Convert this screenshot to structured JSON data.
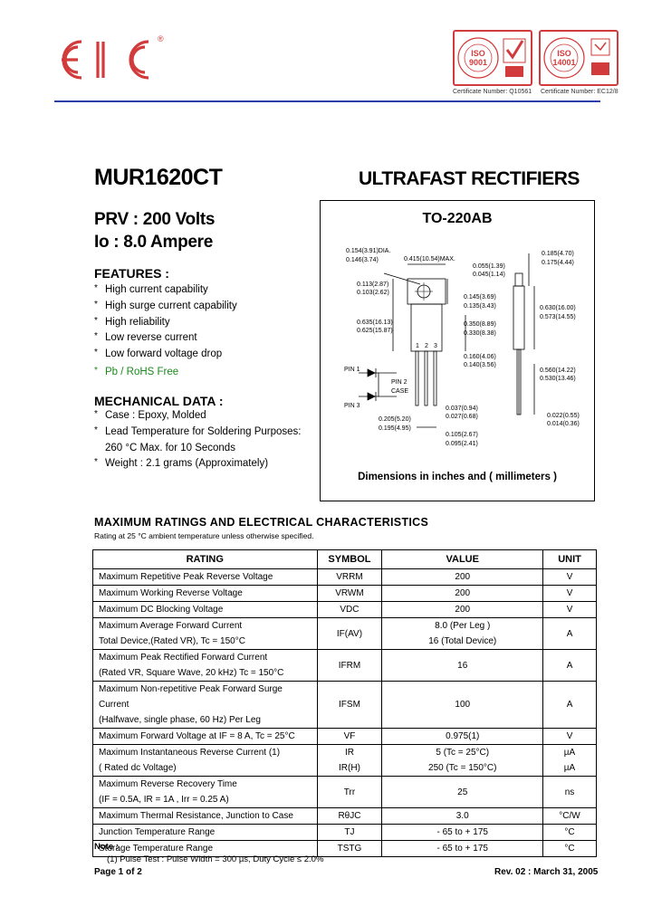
{
  "brand": {
    "name": "EIC",
    "registered": "®"
  },
  "certs": [
    {
      "iso": "ISO",
      "std": "9001",
      "label": "Certificate Number: Q10561"
    },
    {
      "iso": "ISO",
      "std": "14001",
      "label": "Certificate Number: EC12/8"
    }
  ],
  "part_number": "MUR1620CT",
  "title": "ULTRAFAST RECTIFIERS",
  "prv": "PRV : 200  Volts",
  "io": "Io : 8.0 Ampere",
  "features": {
    "heading": "FEATURES :",
    "bullet": "*",
    "items": [
      "High current capability",
      "High surge current capability",
      "High reliability",
      "Low reverse current",
      "Low forward voltage drop",
      "Pb / RoHS Free"
    ]
  },
  "mechanical": {
    "heading": "MECHANICAL  DATA :",
    "bullet": "*",
    "items": [
      "Case : Epoxy, Molded",
      "Lead Temperature for Soldering Purposes:",
      "260 °C Max. for 10 Seconds",
      "Weight : 2.1 grams (Approximately)"
    ]
  },
  "package": {
    "title": "TO-220AB",
    "caption": "Dimensions in inches and ( millimeters )",
    "dims": [
      "0.154(3.91)DIA.",
      "0.146(3.74)",
      "0.415(10.54)MAX.",
      "0.185(4.70)",
      "0.175(4.44)",
      "0.055(1.39)",
      "0.045(1.14)",
      "0.113(2.87)",
      "0.103(2.62)",
      "0.145(3.69)",
      "0.135(3.43)",
      "0.350(8.89)",
      "0.330(8.38)",
      "0.635(16.13)",
      "0.625(15.87)",
      "0.630(16.00)",
      "0.573(14.55)",
      "0.160(4.06)",
      "0.140(3.56)",
      "0.560(14.22)",
      "0.530(13.46)",
      "0.037(0.94)",
      "0.027(0.68)",
      "0.022(0.55)",
      "0.014(0.36)",
      "0.205(5.20)",
      "0.195(4.95)",
      "0.105(2.67)",
      "0.095(2.41)"
    ],
    "pins": [
      "PIN 1",
      "PIN 2",
      "CASE",
      "PIN 3"
    ],
    "pin_nums": [
      "1",
      "2",
      "3"
    ]
  },
  "ratings": {
    "heading": "MAXIMUM  RATINGS  AND  ELECTRICAL  CHARACTERISTICS",
    "subheading": "Rating at 25 °C ambient temperature unless otherwise specified.",
    "columns": [
      "RATING",
      "SYMBOL",
      "VALUE",
      "UNIT"
    ],
    "rows": [
      {
        "rating": [
          "Maximum Repetitive Peak Reverse Voltage"
        ],
        "symbol": [
          "VRRM"
        ],
        "value": [
          "200"
        ],
        "unit": [
          "V"
        ]
      },
      {
        "rating": [
          "Maximum Working Reverse Voltage"
        ],
        "symbol": [
          "VRWM"
        ],
        "value": [
          "200"
        ],
        "unit": [
          "V"
        ]
      },
      {
        "rating": [
          "Maximum DC Blocking Voltage"
        ],
        "symbol": [
          "VDC"
        ],
        "value": [
          "200"
        ],
        "unit": [
          "V"
        ]
      },
      {
        "rating": [
          "Maximum Average Forward Current",
          "   Total Device,(Rated VR), Tc = 150°C"
        ],
        "symbol": [
          "IF(AV)"
        ],
        "value": [
          "8.0 (Per Leg )",
          "16 (Total Device)"
        ],
        "unit": [
          "A"
        ]
      },
      {
        "rating": [
          "Maximum Peak Rectified Forward Current",
          "   (Rated VR, Square Wave, 20 kHz) Tc = 150°C"
        ],
        "symbol": [
          "IFRM"
        ],
        "value": [
          "16"
        ],
        "unit": [
          "A"
        ]
      },
      {
        "rating": [
          "Maximum Non-repetitive Peak Forward Surge Current",
          "   (Halfwave, single phase, 60 Hz) Per Leg"
        ],
        "symbol": [
          "IFSM"
        ],
        "value": [
          "100"
        ],
        "unit": [
          "A"
        ]
      },
      {
        "rating": [
          "Maximum  Forward Voltage at IF = 8 A, Tc = 25°C"
        ],
        "symbol": [
          "VF"
        ],
        "value": [
          "0.975(1)"
        ],
        "unit": [
          "V"
        ]
      },
      {
        "rating": [
          "Maximum Instantaneous Reverse Current (1)",
          "   ( Rated dc Voltage)"
        ],
        "symbol": [
          "IR",
          "IR(H)"
        ],
        "value": [
          "5 (Tc = 25°C)",
          "250 (Tc = 150°C)"
        ],
        "unit": [
          "µA",
          "µA"
        ]
      },
      {
        "rating": [
          "Maximum Reverse Recovery Time",
          "   (IF = 0.5A, IR = 1A , Irr = 0.25 A)"
        ],
        "symbol": [
          "Trr"
        ],
        "value": [
          "25"
        ],
        "unit": [
          "ns"
        ]
      },
      {
        "rating": [
          "Maximum Thermal Resistance, Junction to Case"
        ],
        "symbol": [
          "RθJC"
        ],
        "value": [
          "3.0"
        ],
        "unit": [
          "°C/W"
        ]
      },
      {
        "rating": [
          "Junction Temperature Range"
        ],
        "symbol": [
          "TJ"
        ],
        "value": [
          "- 65 to + 175"
        ],
        "unit": [
          "°C"
        ]
      },
      {
        "rating": [
          "Storage Temperature Range"
        ],
        "symbol": [
          "TSTG"
        ],
        "value": [
          "- 65 to + 175"
        ],
        "unit": [
          "°C"
        ]
      }
    ]
  },
  "notes": {
    "heading": "Note :",
    "items": [
      "(1)  Pulse Test : Pulse Width = 300 µs, Duty Cycle ≤ 2.0%"
    ]
  },
  "footer": {
    "page": "Page 1 of 2",
    "rev": "Rev. 02 : March 31, 2005"
  },
  "colors": {
    "logo_red": "#d23b3b",
    "rule_blue": "#2b3fa8",
    "rohs_green": "#1b8a1b"
  }
}
